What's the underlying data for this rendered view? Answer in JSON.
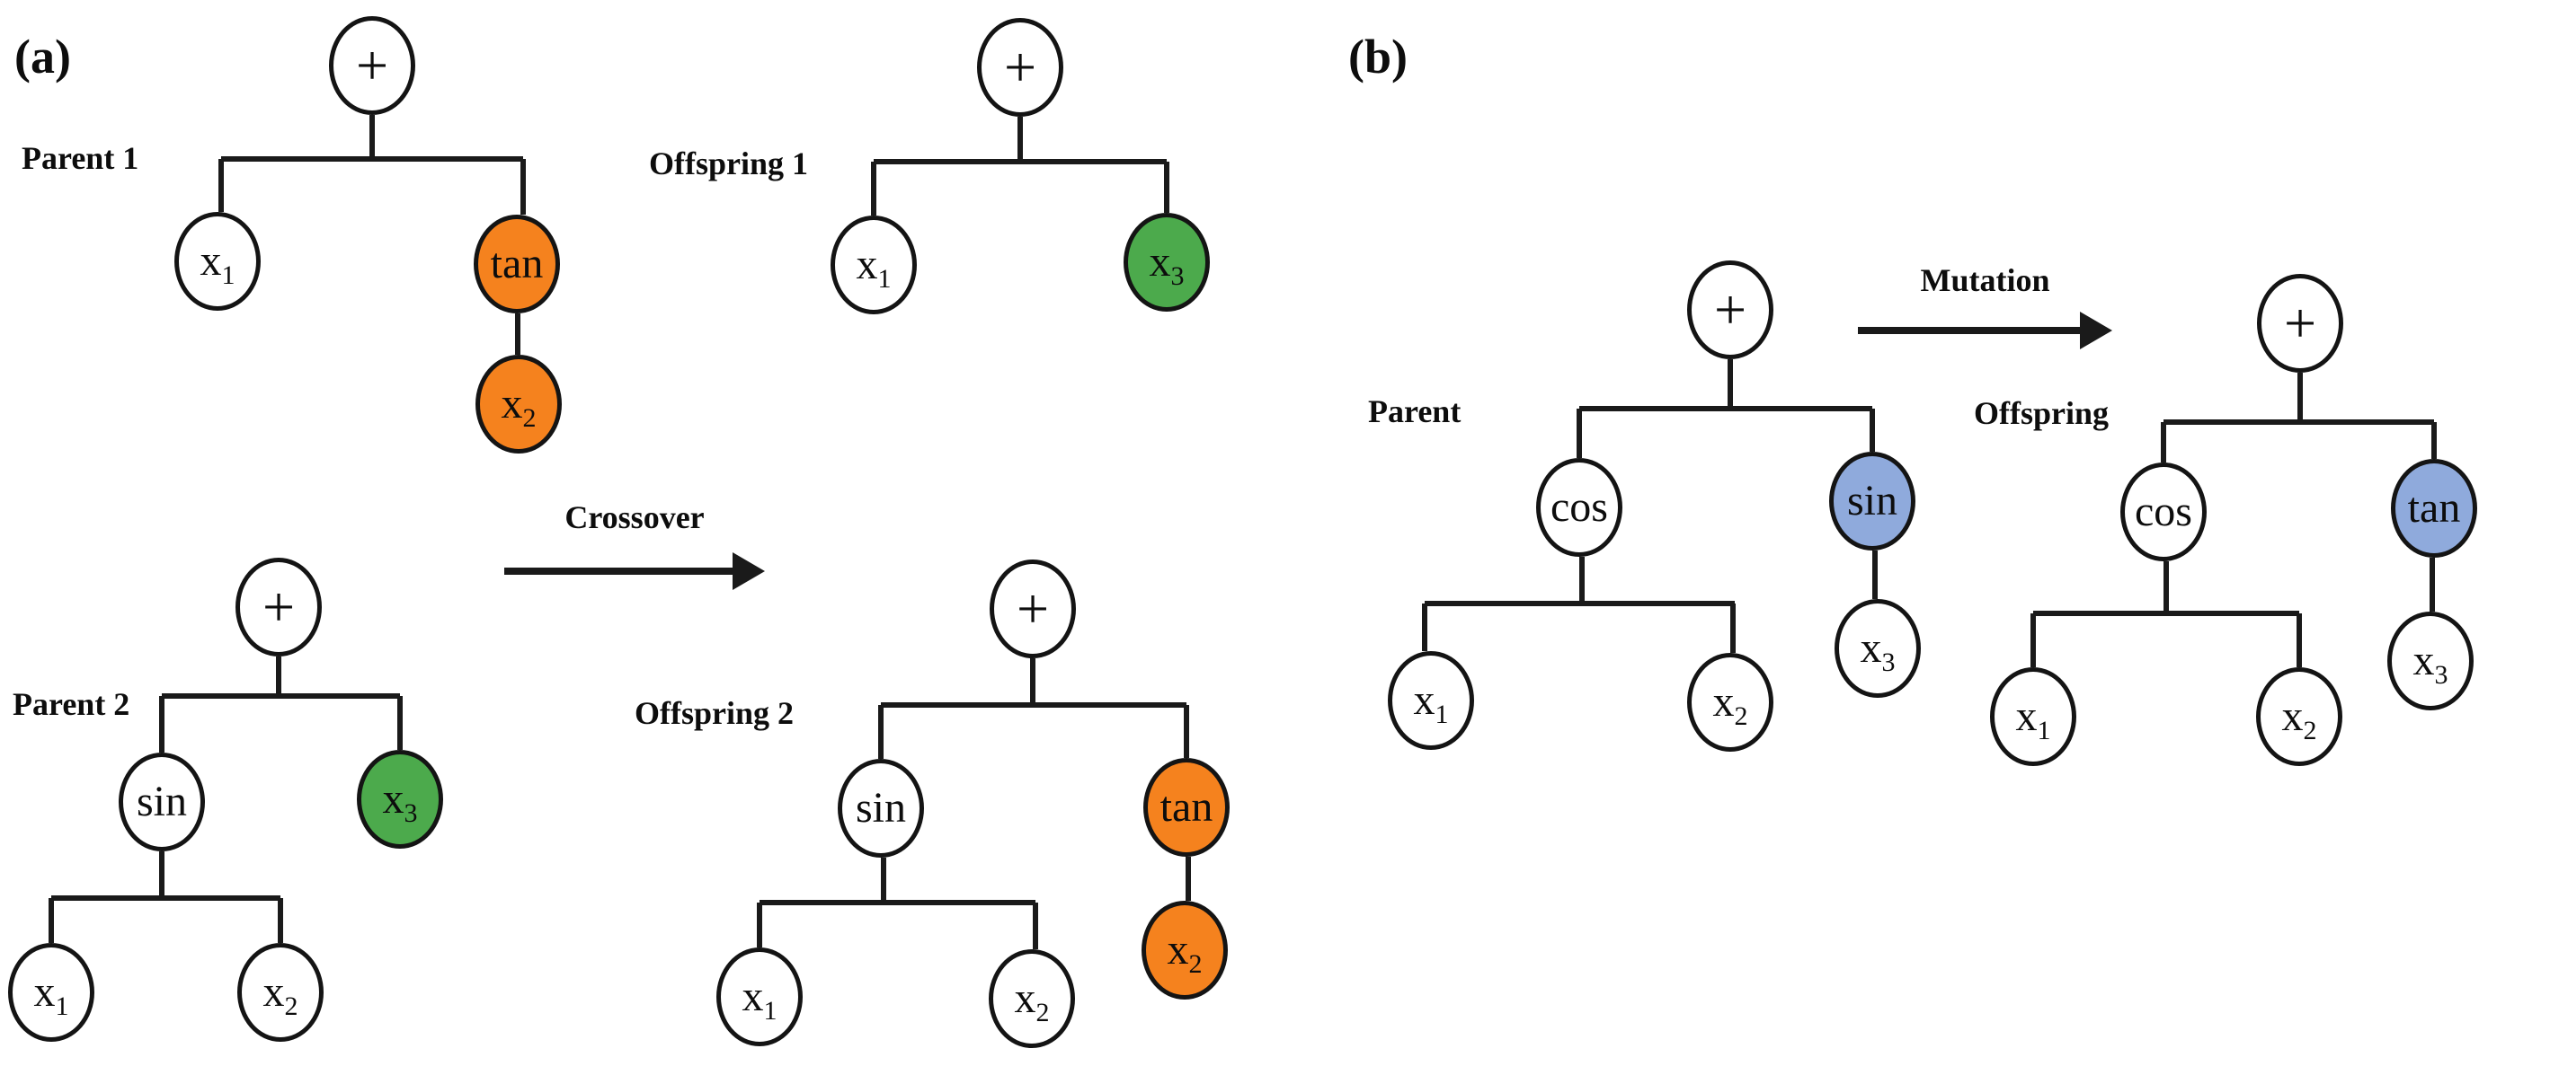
{
  "labels": {
    "panel_a": "(a)",
    "panel_b": "(b)",
    "parent1": "Parent 1",
    "offspring1": "Offspring 1",
    "parent2": "Parent 2",
    "offspring2": "Offspring 2",
    "crossover": "Crossover",
    "mutation": "Mutation",
    "parent_b": "Parent",
    "offspring_b": "Offspring"
  },
  "colors": {
    "highlight_orange": "#F5821E",
    "highlight_green": "#4CAA4C",
    "highlight_blue": "#8FAADC",
    "node_border": "#141414",
    "line": "#1A1A1A",
    "text": "#0D0D0D",
    "background": "#FFFFFF"
  },
  "nodes": {
    "a_p1_root": {
      "text": "+",
      "sub": "",
      "fill": "white"
    },
    "a_p1_x1": {
      "text": "x",
      "sub": "1",
      "fill": "white"
    },
    "a_p1_tan": {
      "text": "tan",
      "sub": "",
      "fill": "orange"
    },
    "a_p1_x2": {
      "text": "x",
      "sub": "2",
      "fill": "orange"
    },
    "a_o1_root": {
      "text": "+",
      "sub": "",
      "fill": "white"
    },
    "a_o1_x1": {
      "text": "x",
      "sub": "1",
      "fill": "white"
    },
    "a_o1_x3": {
      "text": "x",
      "sub": "3",
      "fill": "green"
    },
    "a_p2_root": {
      "text": "+",
      "sub": "",
      "fill": "white"
    },
    "a_p2_sin": {
      "text": "sin",
      "sub": "",
      "fill": "white"
    },
    "a_p2_x3": {
      "text": "x",
      "sub": "3",
      "fill": "green"
    },
    "a_p2_x1": {
      "text": "x",
      "sub": "1",
      "fill": "white"
    },
    "a_p2_x2": {
      "text": "x",
      "sub": "2",
      "fill": "white"
    },
    "a_o2_root": {
      "text": "+",
      "sub": "",
      "fill": "white"
    },
    "a_o2_sin": {
      "text": "sin",
      "sub": "",
      "fill": "white"
    },
    "a_o2_tan": {
      "text": "tan",
      "sub": "",
      "fill": "orange"
    },
    "a_o2_x1": {
      "text": "x",
      "sub": "1",
      "fill": "white"
    },
    "a_o2_x2": {
      "text": "x",
      "sub": "2",
      "fill": "white"
    },
    "a_o2_x2b": {
      "text": "x",
      "sub": "2",
      "fill": "orange"
    },
    "b_p_root": {
      "text": "+",
      "sub": "",
      "fill": "white"
    },
    "b_p_cos": {
      "text": "cos",
      "sub": "",
      "fill": "white"
    },
    "b_p_sin": {
      "text": "sin",
      "sub": "",
      "fill": "blue"
    },
    "b_p_x1": {
      "text": "x",
      "sub": "1",
      "fill": "white"
    },
    "b_p_x2": {
      "text": "x",
      "sub": "2",
      "fill": "white"
    },
    "b_p_x3": {
      "text": "x",
      "sub": "3",
      "fill": "white"
    },
    "b_o_root": {
      "text": "+",
      "sub": "",
      "fill": "white"
    },
    "b_o_cos": {
      "text": "cos",
      "sub": "",
      "fill": "white"
    },
    "b_o_tan": {
      "text": "tan",
      "sub": "",
      "fill": "blue"
    },
    "b_o_x1": {
      "text": "x",
      "sub": "1",
      "fill": "white"
    },
    "b_o_x2": {
      "text": "x",
      "sub": "2",
      "fill": "white"
    },
    "b_o_x3": {
      "text": "x",
      "sub": "3",
      "fill": "white"
    }
  }
}
